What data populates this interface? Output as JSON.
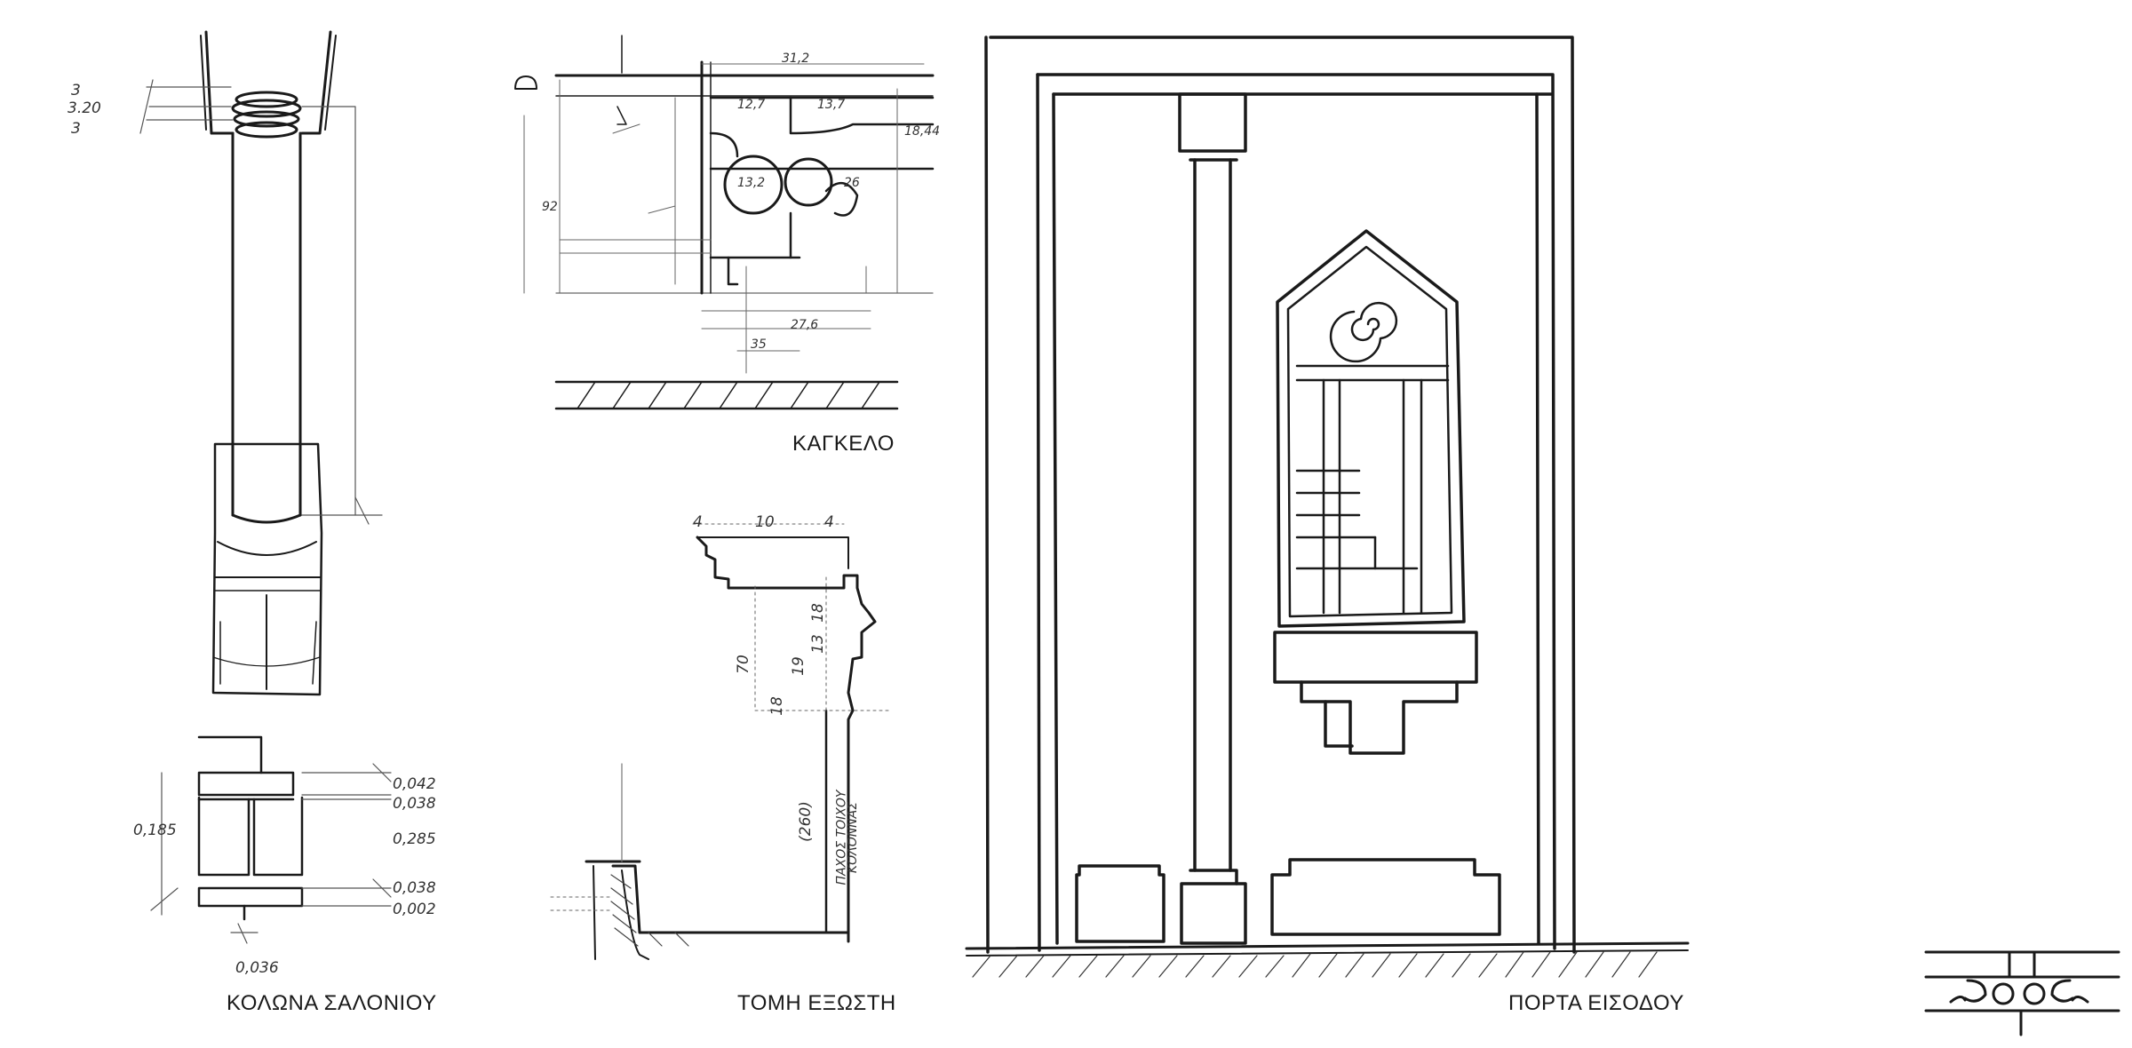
{
  "captions": {
    "column": "ΚΟΛΩΝΑ ΣΑΛΟΝΙΟΥ",
    "railing": "ΚΑΓΚΕΛΟ",
    "balcony_section": "ΤΟΜΗ ΕΞΩΣΤΗ",
    "entrance_door": "ΠΟΡΤΑ ΕΙΣΟΔΟΥ"
  },
  "column_dims": {
    "top_a": "3",
    "top_b": "3.20",
    "top_c": "3",
    "base_height": "0,185",
    "base_width": "0,036",
    "d1": "0,042",
    "d2": "0,038",
    "d3": "0,285",
    "d4": "0,038",
    "d5": "0,002"
  },
  "balcony_dims": {
    "top_left": "4",
    "top_mid": "10",
    "top_right": "4",
    "v1": "70",
    "v2": "18",
    "v3": "19",
    "v4": "13",
    "v5": "18",
    "side": "(260)",
    "note_a": "ΠΑΧΟΣ ΤΟΙΧΟΥ",
    "note_b": "ΚΟΛΟΝΝΑΣ"
  },
  "railing_dims": {
    "top": "31,2",
    "h1": "12,7",
    "h2": "13,7",
    "left": "92",
    "r1": "18,44",
    "c1": "13,2",
    "c2": "26",
    "bottom": "27,6",
    "b2": "35"
  },
  "icons": {
    "logo": "ornament-logo-icon"
  }
}
